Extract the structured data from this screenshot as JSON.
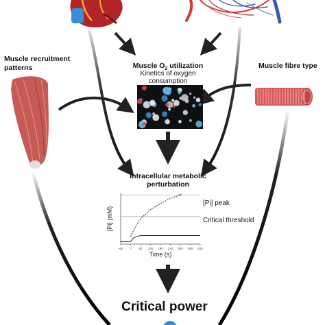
{
  "diagram": {
    "muscle_recruitment": {
      "line1": "Muscle recruitment",
      "line2": "patterns"
    },
    "muscle_fibre_type": "Muscle fibre type",
    "o2_utilization": {
      "prefix": "Muscle O",
      "subscript": "2",
      "suffix": " utilization"
    },
    "kinetics": {
      "line1": "Kinetics of oxygen",
      "line2": "consumption"
    },
    "intracellular": {
      "line1": "Intracellular metabolic",
      "line2": "perturbation"
    },
    "critical_power": "Critical power"
  },
  "chart_data": {
    "type": "line",
    "ylabel": "[Pi] (mM)",
    "xlabel": "Time (s)",
    "x_ticks": [
      "-60",
      "0",
      "60",
      "120",
      "180",
      "240",
      "300",
      "360",
      "420"
    ],
    "xlim": [
      -60,
      420
    ],
    "series": [
      {
        "name": "[Pi] peak",
        "style": "dashed",
        "x": [
          0,
          30,
          60,
          120,
          180,
          240,
          300
        ],
        "y": [
          0.15,
          0.35,
          0.5,
          0.68,
          0.8,
          0.9,
          0.97
        ]
      },
      {
        "name": "Critical threshold",
        "style": "solid",
        "x": [
          -60,
          0,
          20,
          60,
          120,
          420
        ],
        "y": [
          0.05,
          0.05,
          0.13,
          0.17,
          0.17,
          0.17
        ]
      }
    ],
    "reference_lines": [
      {
        "label": "[Pi] peak",
        "y": 0.97
      },
      {
        "label": "Critical threshold",
        "y": 0.55
      }
    ]
  },
  "colors": {
    "arrow": "#222222",
    "muscle": "#c65b55",
    "heart": "#b3232a",
    "vessel_red": "#d23a3a",
    "vessel_blue": "#3b55b0",
    "accent_blue": "#2f8fd8"
  }
}
